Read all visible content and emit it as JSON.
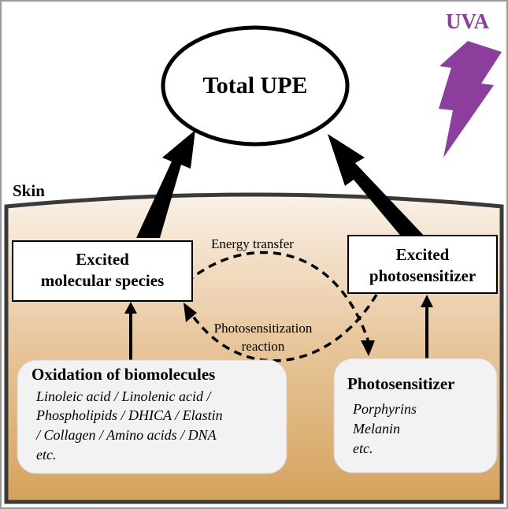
{
  "title": "Total UPE",
  "uva_label": "UVA",
  "skin_label": "Skin",
  "energy_transfer_label": "Energy transfer",
  "photosensitization_label": [
    "Photosensitization",
    "reaction"
  ],
  "excited_molecular": [
    "Excited",
    "molecular species"
  ],
  "excited_photosensitizer": [
    "Excited",
    "photosensitizer"
  ],
  "oxidation_box": {
    "heading": "Oxidation of biomolecules",
    "items": [
      "Linoleic acid / Linolenic acid /",
      "Phospholipids / DHICA / Elastin",
      "/ Collagen / Amino acids / DNA",
      "etc."
    ]
  },
  "photosensitizer_box": {
    "heading": "Photosensitizer",
    "items": [
      "Porphyrins",
      "Melanin",
      "etc."
    ]
  },
  "colors": {
    "uva": "#8B3E9B",
    "skin_top": "#FAF1E8",
    "skin_mid": "#E9C9A1",
    "skin_bottom": "#D5A25C"
  }
}
